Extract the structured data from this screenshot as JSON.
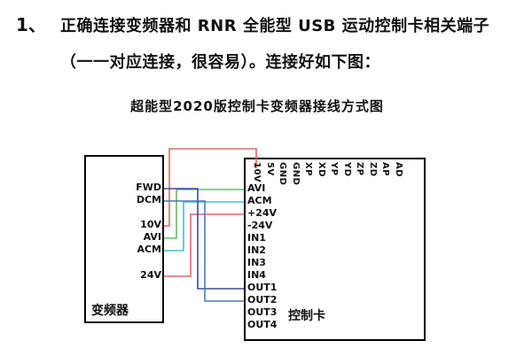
{
  "document": {
    "list_number": "1、",
    "line1": "正确连接变频器和 RNR 全能型 USB 运动控制卡相关端子",
    "line2": "（一一对应连接，很容易）。连接好如下图：",
    "caption": "超能型2020版控制卡变频器接线方式图"
  },
  "diagram": {
    "inverter": {
      "label": "变频器",
      "terminals": [
        "FWD",
        "DCM",
        "10V",
        "AVI",
        "ACM",
        "24V"
      ]
    },
    "control_card": {
      "label": "控制卡",
      "top_pins": [
        "10V",
        "5V",
        "GND",
        "GND",
        "XP",
        "XD",
        "YP",
        "YD",
        "ZP",
        "ZD",
        "AP",
        "AD"
      ],
      "left_terminals": [
        "AVI",
        "ACM",
        "+24V",
        "-24V",
        "IN1",
        "IN2",
        "IN3",
        "IN4",
        "OUT1",
        "OUT2",
        "OUT3",
        "OUT4"
      ]
    },
    "wires": [
      {
        "from": "10V",
        "to": "10V",
        "to_top": true,
        "color": "#e06666"
      },
      {
        "from": "AVI",
        "to": "AVI",
        "to_top": false,
        "color": "#67b96a"
      },
      {
        "from": "ACM",
        "to": "ACM",
        "to_top": false,
        "color": "#3fc0d0"
      },
      {
        "from": "24V",
        "to": "+24V",
        "to_top": false,
        "color": "#e06666"
      },
      {
        "from": "FWD",
        "to": "OUT1",
        "to_top": false,
        "color": "#3b48a0"
      },
      {
        "from": "DCM",
        "to": "OUT2",
        "to_top": false,
        "color": "#4a7ab5"
      }
    ]
  }
}
